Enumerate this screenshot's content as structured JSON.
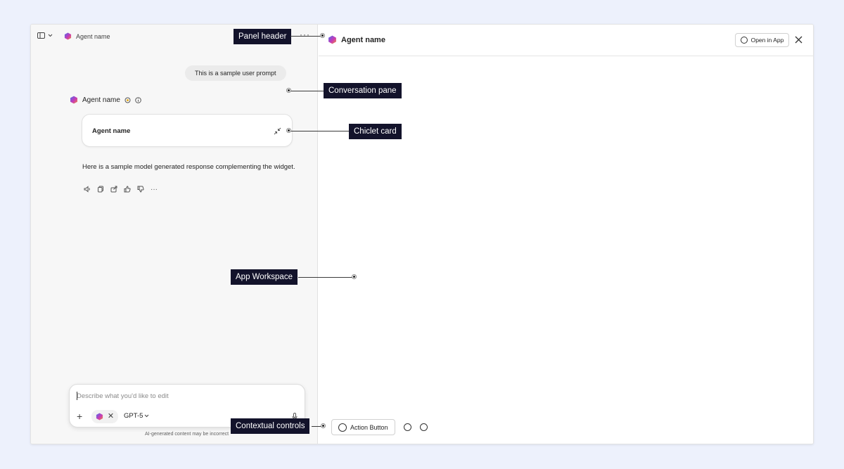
{
  "colors": {
    "background": "#edf1fc",
    "callout_bg": "#13132b",
    "agent_logo_gradient": [
      "#4f6bed",
      "#c93ab5",
      "#f08b3a"
    ]
  },
  "left_header": {
    "toggle_icon": "sidebar-toggle-icon",
    "agent_name": "Agent name",
    "more": "···"
  },
  "conversation": {
    "user_prompt": "This is a sample user prompt",
    "agent_name": "Agent name",
    "chiclet_title": "Agent name",
    "response_text": "Here is a sample model generated response complementing the widget.",
    "action_icons": [
      "speaker-icon",
      "copy-icon",
      "share-icon",
      "thumbs-up-icon",
      "thumbs-down-icon",
      "more-icon"
    ],
    "more_actions": "···"
  },
  "composer": {
    "placeholder": "Describe what you'd like to edit",
    "model": "GPT-5",
    "disclaimer": "AI-generated content may be incorrect"
  },
  "workspace": {
    "agent_name": "Agent name",
    "open_in_app": "Open in App",
    "action_button": "Action Button"
  },
  "callouts": {
    "panel_header": "Panel header",
    "conversation_pane": "Conversation pane",
    "chiclet_card": "Chiclet card",
    "app_workspace": "App Workspace",
    "contextual_controls": "Contextual controls"
  }
}
